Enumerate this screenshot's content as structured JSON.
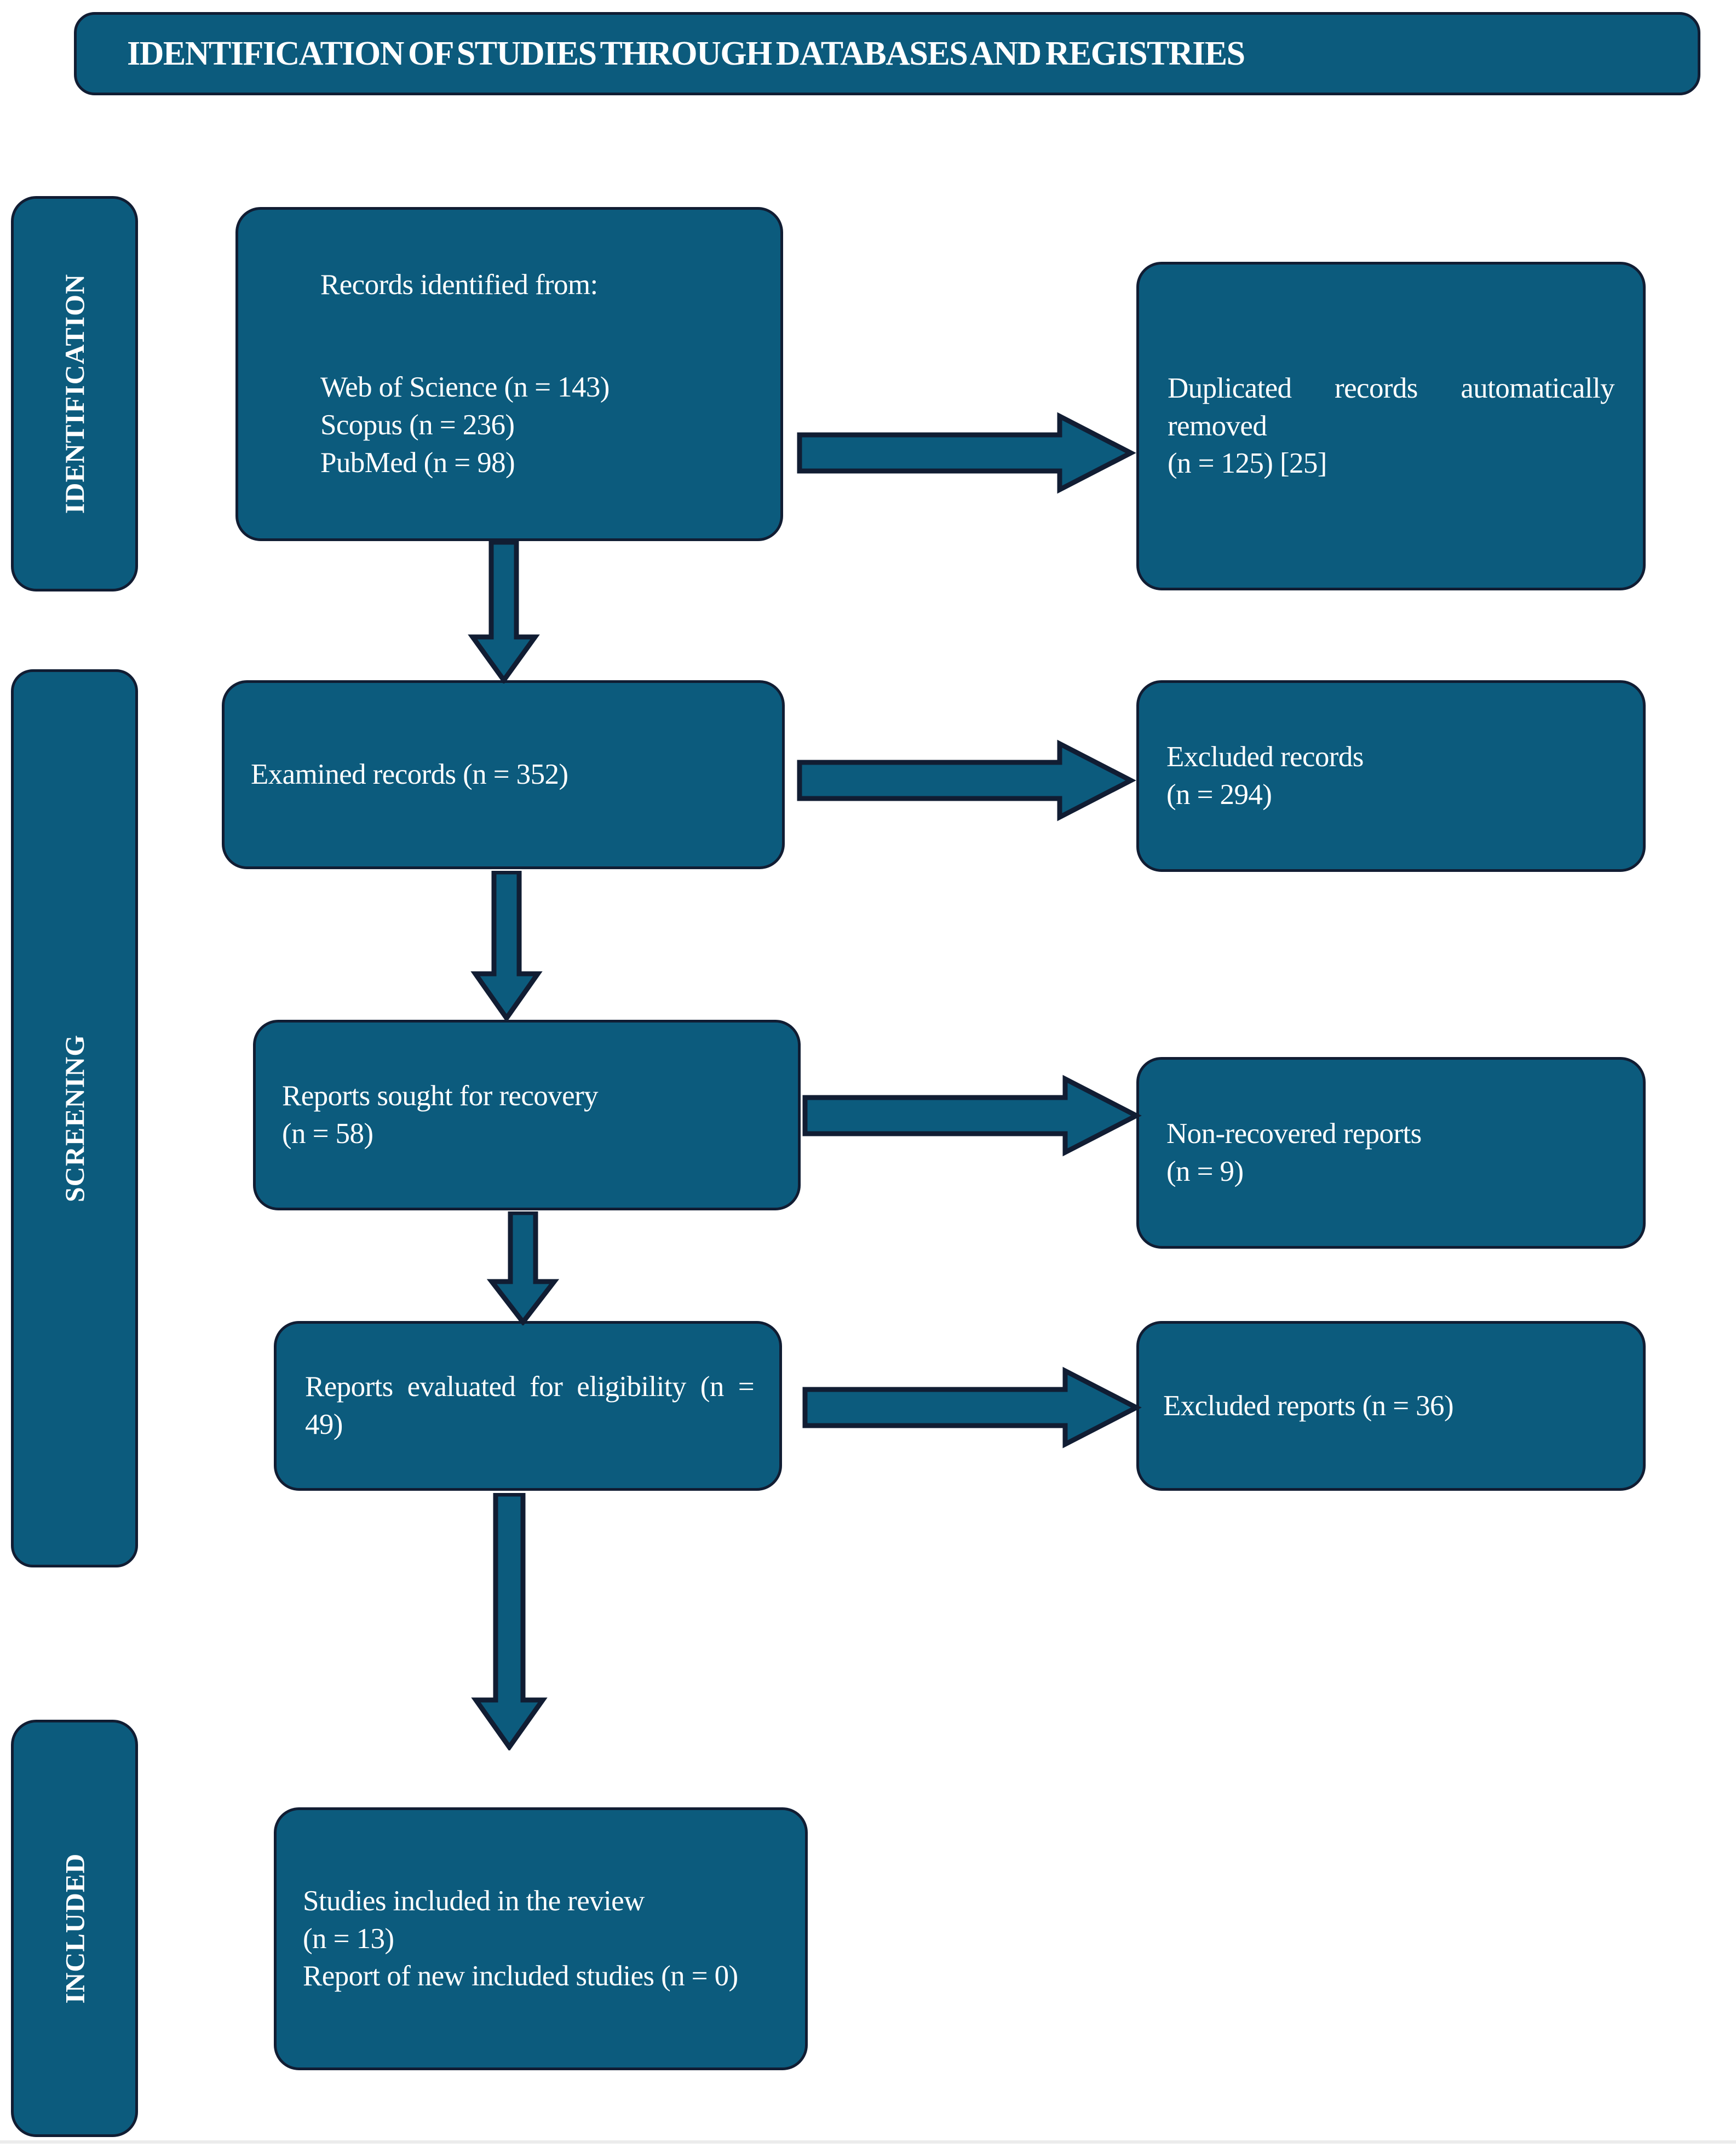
{
  "title": {
    "text": "IDENTIFICATION OF STUDIES THROUGH DATABASES AND REGISTRIES"
  },
  "stages": [
    {
      "id": "identification",
      "label": "IDENTIFICATION"
    },
    {
      "id": "screening",
      "label": "SCREENING"
    },
    {
      "id": "included",
      "label": "INCLUDED"
    }
  ],
  "boxes": {
    "records_identified": {
      "heading": "Records identified from:",
      "sources": [
        "Web of Science (n = 143)",
        "Scopus (n = 236)",
        "PubMed (n = 98)"
      ]
    },
    "duplicates_removed": {
      "line1": "Duplicated records automatically removed",
      "line2": "(n = 125) [25]"
    },
    "examined_records": {
      "line1": "Examined records (n = 352)"
    },
    "excluded_records": {
      "line1": "Excluded records",
      "line2": "(n = 294)"
    },
    "reports_sought": {
      "line1": "Reports sought for recovery",
      "line2": "(n = 58)"
    },
    "non_recovered": {
      "line1": "Non-recovered reports",
      "line2": "(n = 9)"
    },
    "reports_evaluated": {
      "line1": "Reports evaluated for eligibility (n = 49)"
    },
    "excluded_reports": {
      "line1": "Excluded reports (n = 36)"
    },
    "studies_included": {
      "line1": "Studies included in the review",
      "line2": "(n = 13)",
      "line3": "Report of new included studies (n = 0)"
    }
  },
  "arrows": [
    {
      "name": "records-to-duplicates",
      "direction": "right"
    },
    {
      "name": "records-to-examined",
      "direction": "down"
    },
    {
      "name": "examined-to-excluded-records",
      "direction": "right"
    },
    {
      "name": "examined-to-sought",
      "direction": "down"
    },
    {
      "name": "sought-to-non-recovered",
      "direction": "right"
    },
    {
      "name": "sought-to-evaluated",
      "direction": "down"
    },
    {
      "name": "evaluated-to-excluded-reports",
      "direction": "right"
    },
    {
      "name": "evaluated-to-included",
      "direction": "down"
    }
  ],
  "chart_data": {
    "type": "table",
    "title": "IDENTIFICATION OF STUDIES THROUGH DATABASES AND REGISTRIES",
    "categories": [
      "Web of Science",
      "Scopus",
      "PubMed",
      "Duplicated records automatically removed",
      "Examined records",
      "Excluded records",
      "Reports sought for recovery",
      "Non-recovered reports",
      "Reports evaluated for eligibility",
      "Excluded reports",
      "Studies included in the review",
      "Report of new included studies"
    ],
    "values": [
      143,
      236,
      98,
      125,
      352,
      294,
      58,
      9,
      49,
      36,
      13,
      0
    ]
  },
  "colors": {
    "fill": "#0c5b7d",
    "outline": "#111d33",
    "text": "#ffffff",
    "background": "#ffffff"
  }
}
